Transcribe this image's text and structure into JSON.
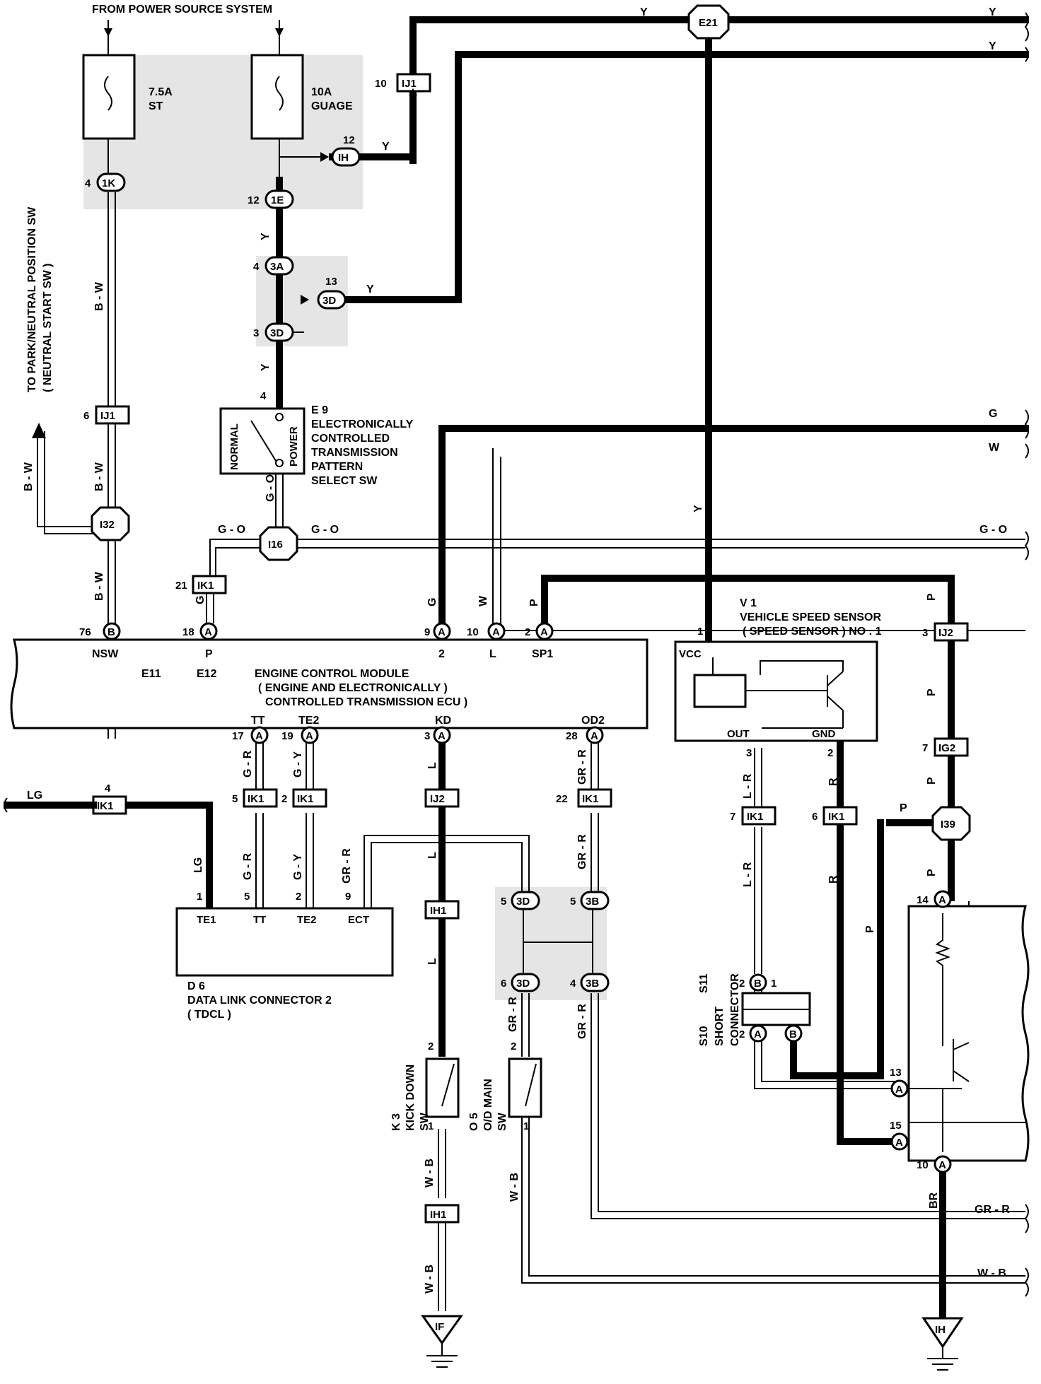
{
  "top_labels": {
    "power_source": "FROM POWER SOURCE SYSTEM",
    "to_park_1": "TO PARK/NEUTRAL POSITION SW",
    "to_park_2": "( NEUTRAL START SW )"
  },
  "fuses": {
    "st": {
      "amp": "7.5A",
      "name": "ST"
    },
    "gauge": {
      "amp": "10A",
      "name": "GUAGE"
    }
  },
  "wires": {
    "y": "Y",
    "bw": "B - W",
    "go": "G - O",
    "g": "G",
    "w": "W",
    "p": "P",
    "l": "L",
    "lg": "LG",
    "gr": "G - R",
    "gy": "G - Y",
    "grr": "GR - R",
    "lr": "L - R",
    "r": "R",
    "br": "BR",
    "wb": "W - B"
  },
  "connectors": {
    "e21": "E21",
    "ij1": "IJ1",
    "ih": "IH",
    "ik": "1K",
    "ie": "1E",
    "i3a": "3A",
    "i3d": "3D",
    "i32": "I32",
    "i16": "I16",
    "ik1": "IK1",
    "ij2": "IJ2",
    "ig2": "IG2",
    "i39": "I39",
    "ih1": "IH1",
    "i3b": "3B",
    "if": "IF",
    "ih_gnd": "IH",
    "a": "A",
    "b": "B"
  },
  "pins": {
    "p10": "10",
    "p12": "12",
    "p4": "4",
    "p13": "13",
    "p3": "3",
    "p6": "6",
    "p21": "21",
    "p76": "76",
    "p18": "18",
    "p9": "9",
    "p2": "2",
    "p1": "1",
    "p17": "17",
    "p19": "19",
    "p28": "28",
    "p5": "5",
    "p22": "22",
    "p7": "7",
    "p14": "14",
    "p15": "15"
  },
  "e9": {
    "id": "E 9",
    "line1": "ELECTRONICALLY",
    "line2": "CONTROLLED",
    "line3": "TRANSMISSION",
    "line4": "PATTERN",
    "line5": "SELECT SW",
    "normal": "NORMAL",
    "power": "POWER"
  },
  "ecm": {
    "id": "E11",
    "id2": "E12",
    "line1": "ENGINE CONTROL MODULE",
    "line2": "( ENGINE AND ELECTRONICALLY )",
    "line3": "CONTROLLED TRANSMISSION ECU )",
    "nsw": "NSW",
    "p": "P",
    "t2": "2",
    "l": "L",
    "sp1": "SP1",
    "tt": "TT",
    "te2": "TE2",
    "kd": "KD",
    "od2": "OD2"
  },
  "v1": {
    "id": "V 1",
    "line1": "VEHICLE SPEED SENSOR",
    "line2": "( SPEED SENSOR ) NO . 1",
    "vcc": "VCC",
    "out": "OUT",
    "gnd": "GND"
  },
  "d6": {
    "id": "D 6",
    "line1": "DATA LINK CONNECTOR 2",
    "line2": "( TDCL )",
    "te1": "TE1",
    "tt": "TT",
    "te2": "TE2",
    "ect": "ECT"
  },
  "k3": {
    "id": "K 3",
    "line1": "KICK DOWN",
    "line2": "SW"
  },
  "o5": {
    "id": "O 5",
    "line1": "O/D MAIN",
    "line2": "SW"
  },
  "short_conn": {
    "id": "S10",
    "id2": "S11",
    "line1": "SHORT",
    "line2": "CONNECTOR"
  }
}
